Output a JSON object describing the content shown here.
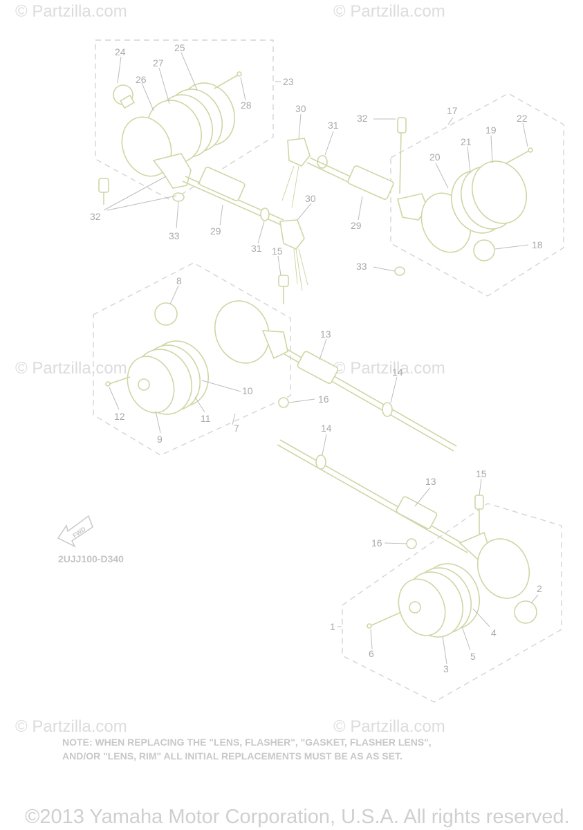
{
  "watermarks": [
    "© Partzilla.com",
    "© Partzilla.com",
    "© Partzilla.com",
    "© Partzilla.com",
    "© Partzilla.com",
    "© Partzilla.com"
  ],
  "callouts": {
    "c24": "24",
    "c25": "25",
    "c27": "27",
    "c26": "26",
    "c23": "23",
    "c28": "28",
    "c30a": "30",
    "c31a": "31",
    "c32a": "32",
    "c17": "17",
    "c22": "22",
    "c19": "19",
    "c21": "21",
    "c20": "20",
    "c32b": "32",
    "c33a": "33",
    "c29a": "29",
    "c31b": "31",
    "c30b": "30",
    "c29b": "29",
    "c15a": "15",
    "c33b": "33",
    "c18": "18",
    "c8": "8",
    "c13a": "13",
    "c14a": "14",
    "c10": "10",
    "c16a": "16",
    "c12": "12",
    "c11": "11",
    "c7": "7",
    "c9": "9",
    "c14b": "14",
    "c15b": "15",
    "c13b": "13",
    "c16b": "16",
    "c2": "2",
    "c1": "1",
    "c4": "4",
    "c6": "6",
    "c5": "5",
    "c3": "3"
  },
  "fwd_label": "FWD",
  "diagram_code": "2UJJ100-D340",
  "note": {
    "line1": "NOTE: WHEN REPLACING THE  \"LENS, FLASHER\", \"GASKET, FLASHER LENS\",",
    "line2": "AND/OR \"LENS, RIM\" ALL INITIAL REPLACEMENTS MUST BE AS AS SET."
  },
  "copyright": "©2013 Yamaha Motor Corporation, U.S.A. All rights reserved."
}
